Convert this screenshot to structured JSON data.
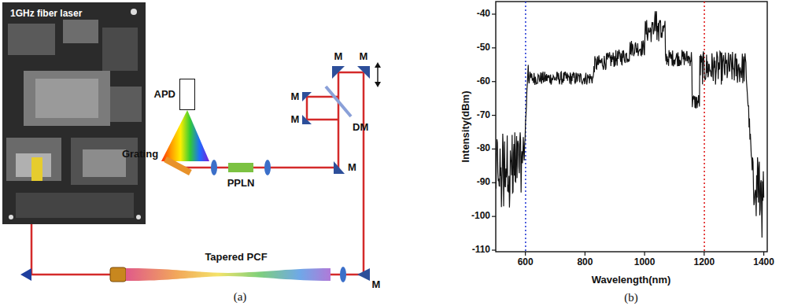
{
  "diagram": {
    "nodes": [
      {
        "text": [
          "1GHz fiber laser"
        ]
      },
      {
        "text": [
          "APD"
        ]
      }
    ],
    "labels": [
      "M",
      "M",
      "M",
      "M",
      "DM",
      "M",
      "M",
      "PPLN",
      "Grating",
      "Tapered PCF",
      "(a)",
      "-40",
      "-50",
      "-60",
      "-70",
      "-80",
      "-90",
      "-100",
      "-110",
      "600",
      "800",
      "1000",
      "1200",
      "1400",
      "Intensity(dBm)",
      "Wavelength(nm)",
      "(b)"
    ]
  }
}
